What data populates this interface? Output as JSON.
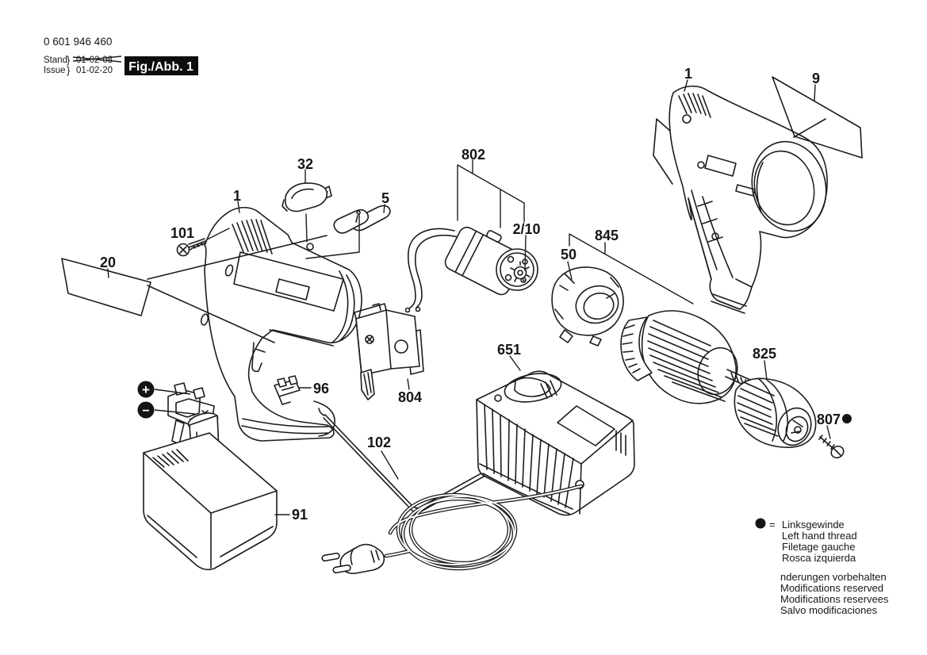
{
  "header": {
    "part_number": "0 601 946 460",
    "stand_label": "Stand",
    "issue_label": "Issue",
    "brace": "}",
    "stand_date_struck": "01-02-08",
    "issue_date": "01-02-20",
    "figure_label": "Fig./Abb. 1"
  },
  "labels": {
    "housing_left": "1",
    "button": "32",
    "selector": "5",
    "housing_screw": "101",
    "sticker_left": "20",
    "contact_clip": "96",
    "battery": "91",
    "wire_bail": "102",
    "switch": "804",
    "motor": "802",
    "pinion": "2/10",
    "gear_sleeve": "50",
    "gearbox": "845",
    "housing_right": "1",
    "sticker_right": "9",
    "charger": "651",
    "chuck": "825",
    "chuck_screw": "807"
  },
  "badges": {
    "plus": "+",
    "minus": "−"
  },
  "legend": {
    "dot_symbol": "●",
    "equals": "=",
    "left_hand_thread": [
      "Linksgewinde",
      "Left hand thread",
      "Filetage gauche",
      "Rosca izquierda"
    ],
    "modifications": [
      " nderungen vorbehalten",
      "Modifications reserved",
      "Modifications reservees",
      "Salvo modificaciones"
    ]
  },
  "colors": {
    "ink": "#1c1c1c",
    "paper": "#ffffff"
  }
}
